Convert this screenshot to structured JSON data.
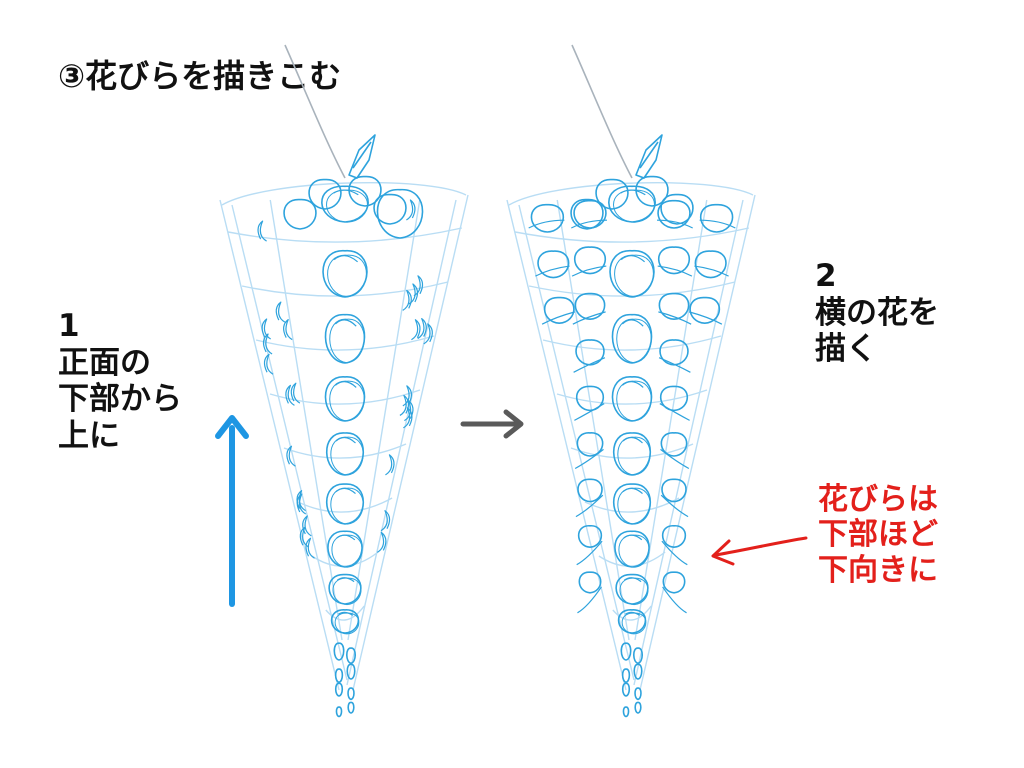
{
  "title": "③花びらを描きこむ",
  "steps": [
    {
      "number": "1",
      "lines": [
        "正面の",
        "下部から",
        "上に"
      ]
    },
    {
      "number": "2",
      "lines": [
        "横の花を",
        "描く"
      ]
    }
  ],
  "note": {
    "lines": [
      "花びらは",
      "下部ほど",
      "下向きに"
    ]
  },
  "colors": {
    "guide": "#b9ddf4",
    "petal": "#2ea3dd",
    "stem": "#a9b3bc",
    "up_arrow": "#1e96e3",
    "next_arrow": "#5a5a5a",
    "note": "#e3201b",
    "text": "#111111"
  },
  "icons": [
    "up-arrow-icon",
    "right-arrow-icon",
    "pointer-arrow-icon"
  ]
}
